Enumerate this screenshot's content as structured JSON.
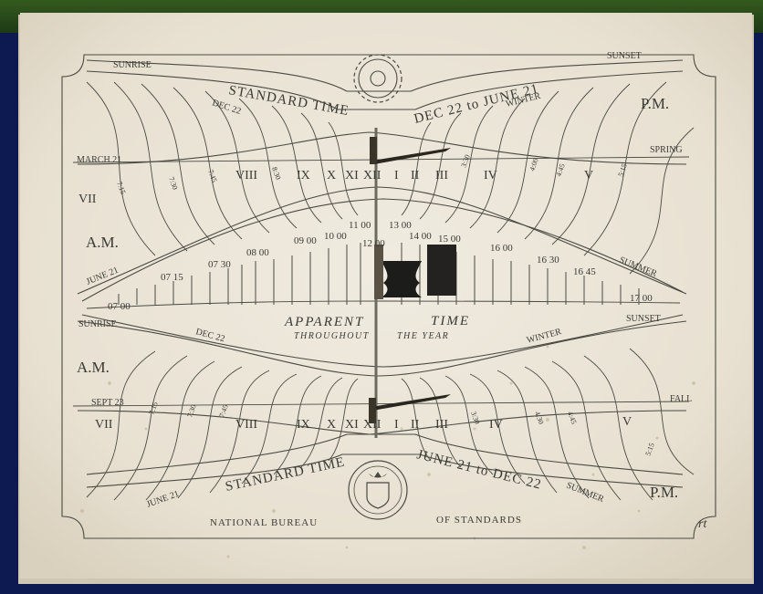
{
  "photo_description": "Photograph of a stone/paper heliochronometer (sundial) dial face on a dark blue cloth",
  "title_left": "NATIONAL BUREAU",
  "title_right": "OF STANDARDS",
  "signature": "rt",
  "labels": {
    "sunrise_top": "SUNRISE",
    "sunset_top": "SUNSET",
    "standard_time_top": "STANDARD TIME",
    "range_top": "DEC 22 to JUNE 21",
    "winter_top": "WINTER",
    "dec22_top": "DEC 22",
    "march21": "MARCH 21",
    "spring": "SPRING",
    "pm_top": "P.M.",
    "am_top": "A.M.",
    "vii_top": "VII",
    "june21_mid": "JUNE 21",
    "summer_mid": "SUMMER",
    "sunrise_bottom": "SUNRISE",
    "sunset_bottom": "SUNSET",
    "dec22_bottom": "DEC 22",
    "winter_bottom": "WINTER",
    "apparent": "APPARENT",
    "time": "TIME",
    "throughout": "THROUGHOUT",
    "the_year": "THE YEAR",
    "am_bottom": "A.M.",
    "sept23": "SEPT 23",
    "fall": "FALL",
    "vii_bottom": "VII",
    "standard_time_bottom": "STANDARD TIME",
    "range_bottom": "JUNE 21 to DEC 22",
    "june21_bottom": "JUNE 21",
    "summer_bottom": "SUMMER",
    "pm_bottom": "P.M."
  },
  "roman_hours_top": [
    "VIII",
    "IX",
    "X",
    "XI",
    "XII",
    "I",
    "II",
    "III",
    "IV",
    "V"
  ],
  "roman_hours_bottom": [
    "VIII",
    "IX",
    "X",
    "XI",
    "XII",
    "I",
    "II",
    "III",
    "IV",
    "V"
  ],
  "small_curve_labels_top": [
    "7:15",
    "7:30",
    "7:45",
    "8:30",
    "3:30",
    "4:00",
    "4:45",
    "5:15"
  ],
  "small_curve_labels_bottom": [
    "7:15",
    "7:30",
    "7:45",
    "3:30",
    "4:30",
    "4:45",
    "5:15"
  ],
  "center_times": [
    "07 00",
    "07 15",
    "07 30",
    "08 00",
    "09 00",
    "10 00",
    "11 00",
    "12 00",
    "13 00",
    "14 00",
    "15 00",
    "16 00",
    "16 30",
    "16 45",
    "17 00"
  ],
  "colors": {
    "background_cloth": "#0d1a52",
    "dial_face": "#ebe5d8",
    "ink": "#3a3a34",
    "gnomon": "#1c1c1a"
  }
}
